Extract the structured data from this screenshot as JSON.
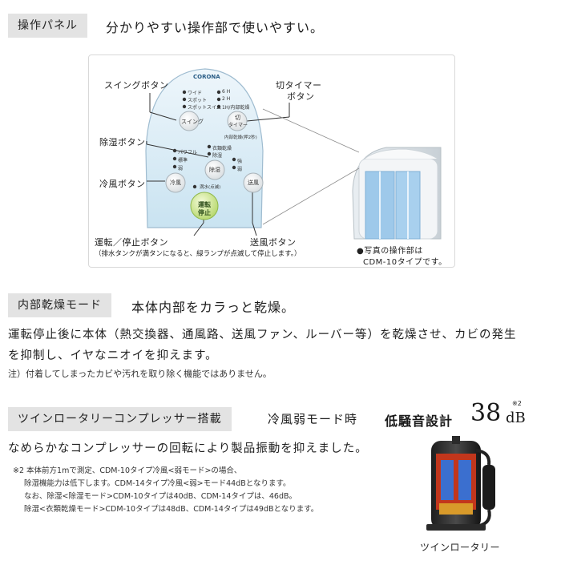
{
  "section1": {
    "tag": "操作パネル",
    "headline": "分かりやすい操作部で使いやすい。",
    "panel": {
      "brand": "CORONA",
      "swing_options": [
        "ワイド",
        "スポット",
        "スポットスイム"
      ],
      "timer_options": [
        "6 H",
        "2 H",
        "1H/内部乾燥"
      ],
      "swing_button": "スイング",
      "timer_button_line1": "切",
      "timer_button_line2": "タイマー",
      "internal_dry_label": "内部乾燥(押2秒)",
      "dehumid_options": [
        "パワフル",
        "標準",
        "弱"
      ],
      "mode_options": [
        "衣類乾燥",
        "除湿"
      ],
      "dehumid_button": "除湿",
      "fan_options": [
        "強",
        "弱"
      ],
      "tank_full_label": "満水(点滅)",
      "cool_button": "冷風",
      "fan_button": "送風",
      "run_stop_line1": "運転",
      "run_stop_line2": "停止"
    },
    "annotations": {
      "swing": "スイングボタン",
      "timer_line1": "切タイマー",
      "timer_line2": "ボタン",
      "dehumid": "除湿ボタン",
      "cool": "冷風ボタン",
      "run_stop": "運転／停止ボタン",
      "run_stop_note": "（排水タンクが満タンになると、緑ランプが点滅して停止します。）",
      "fan": "送風ボタン"
    },
    "photo_caption_line1": "●写真の操作部は",
    "photo_caption_line2": "CDM-10タイプです。"
  },
  "section2": {
    "tag": "内部乾燥モード",
    "headline": "本体内部をカラっと乾燥。",
    "body_line1": "運転停止後に本体（熱交換器、通風路、送風ファン、ルーバー等）を乾燥させ、カビの発生",
    "body_line2": "を抑制し、イヤなニオイを抑えます。",
    "note": "注）付着してしまったカビや汚れを取り除く機能ではありません。"
  },
  "section3": {
    "tag": "ツインロータリーコンプレッサー搭載",
    "mode_text": "冷風弱モード時",
    "noise_label": "低騒音設計",
    "noise_value": "38",
    "noise_unit": "dB",
    "noise_sup": "※2",
    "body": "なめらかなコンプレッサーの回転により製品振動を抑えました。",
    "footnotes": [
      "※2 本体前方1mで測定、CDM-10タイプ冷風<弱モード>の場合、",
      "除湿機能力は低下します。CDM-14タイプ冷風<弱>モード44dBとなります。",
      "なお、除湿<除湿モード>CDM-10タイプは40dB、CDM-14タイプは、46dB。",
      "除湿<衣類乾燥モード>CDM-10タイプは48dB、CDM-14タイプは49dBとなります。"
    ],
    "image_caption": "ツインロータリー"
  }
}
